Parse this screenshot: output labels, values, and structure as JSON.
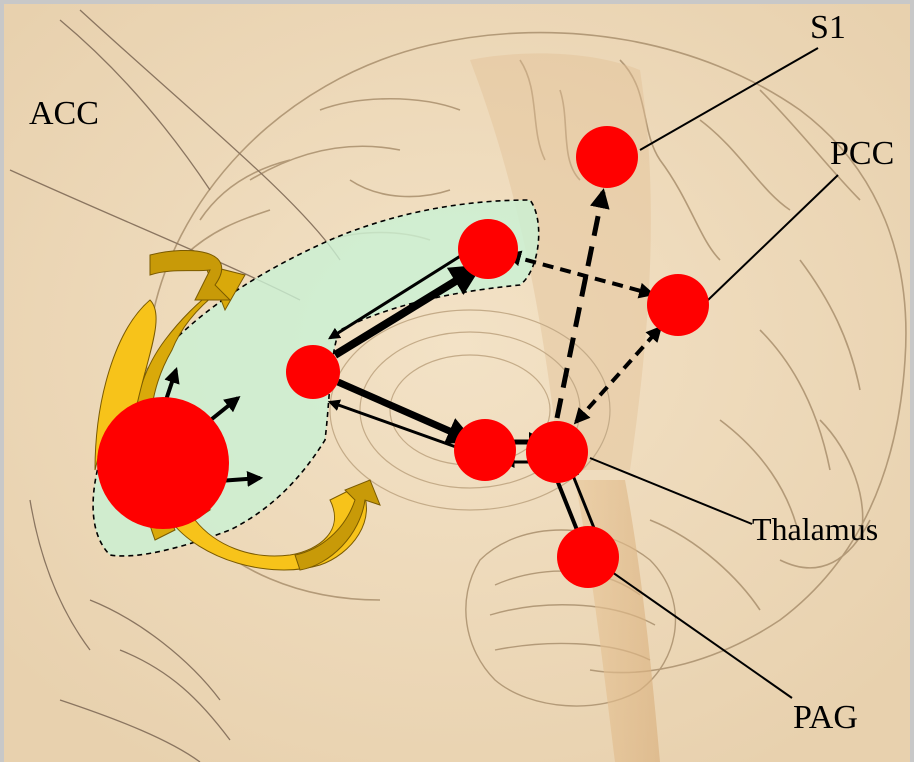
{
  "labels": {
    "acc": "ACC",
    "s1": "S1",
    "pcc": "PCC",
    "thalamus": "Thalamus",
    "pag": "PAG"
  },
  "colors": {
    "node": "#ff0000",
    "region_fill": "#c9f1d4",
    "paper": "#f0dcc0",
    "brain_line": "#b8a17f",
    "frame": "#c8c8c8",
    "swirl_gold": "#d9a90a",
    "swirl_yellow": "#f7c31a",
    "arrow": "#000000"
  },
  "icons": {
    "background": "anatomical-brain-sketch",
    "swirl": "circular-swirl-arrows"
  }
}
